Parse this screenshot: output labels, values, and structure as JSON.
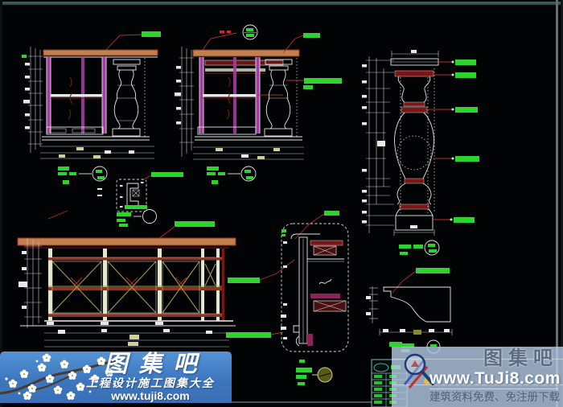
{
  "watermark_left": {
    "site_name": "图集吧",
    "tagline": "工程设计施工图集大全",
    "url": "www.tuji8.com"
  },
  "watermark_right": {
    "site_name": "图集吧",
    "url": "www.TuJi8.com",
    "tagline": "建筑资料免费、免注册下载"
  },
  "colors": {
    "background": "#020304",
    "annotation_highlight": "#2ed32e",
    "dimension_lines": "#e6e6e6",
    "leader_lines": "#b23030",
    "wood_top": "#c08050",
    "posts": "#a83aa8",
    "profile_bands": "#7a1616",
    "frame_border": "#3c5858",
    "banner_blue": "#3d76bd",
    "overlay_blue": "rgba(178,200,226,0.82)"
  }
}
